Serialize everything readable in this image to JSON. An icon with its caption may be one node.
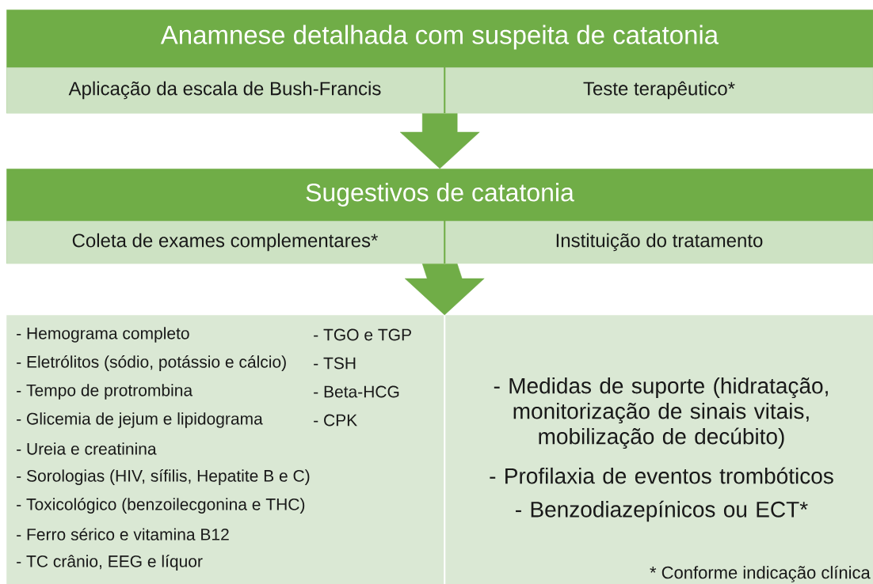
{
  "diagram": {
    "nodes": [
      {
        "text": [
          "Anamnese detalhada com suspeita de catatonia"
        ]
      },
      {
        "text": [
          "Aplicação da escala de Bush-Francis"
        ],
        "in": 0
      },
      {
        "text": [
          "Teste terapêutico*"
        ],
        "in": 0
      },
      {
        "text": [
          "Sugestivos de catatonia"
        ]
      },
      {
        "text": [
          "Coleta de exames complementares*"
        ],
        "in": 3
      },
      {
        "text": [
          "Instituição do tratamento"
        ],
        "in": 3
      },
      {
        "text": [
          "- Hemograma completo",
          "- Eletrólitos (sódio, potássio e cálcio)",
          "- Tempo de protrombina",
          "- Glicemia de jejum e lipidograma",
          "- Ureia e creatinina",
          "- Sorologias (HIV, sífilis, Hepatite B e C)",
          "- Toxicológico (benzoilecgonina e THC)",
          "- Ferro sérico e vitamina B12",
          "- TC crânio, EEG e líquor",
          "- TGO e TGP",
          "- TSH",
          "- Beta-HCG",
          "- CPK"
        ]
      },
      {
        "text": [
          "- Medidas de suporte (hidratação, monitorização de sinais vitais, mobilização de decúbito)",
          "- Profilaxia de eventos trombóticos",
          "- Benzodiazepínicos ou ECT*"
        ]
      }
    ],
    "edges": [
      {
        "from": 0,
        "to": 3,
        "arrow": "to"
      },
      {
        "from": 3,
        "to": 6,
        "arrow": "to"
      },
      {
        "from": 3,
        "to": 7,
        "arrow": "to"
      }
    ],
    "labels": [
      "* Conforme indicação clínica"
    ]
  }
}
